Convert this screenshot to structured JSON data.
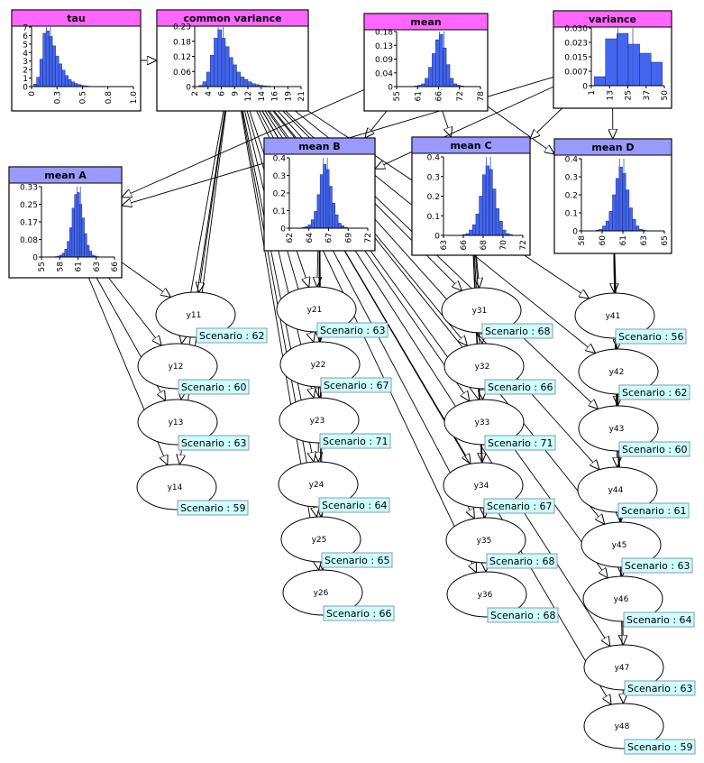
{
  "colors": {
    "param_header": "#ff66ff",
    "mean_header": "#9999ff",
    "histogram_bar": "#4466ee",
    "scenario_fill": "#ccffff",
    "scenario_border": "#8899aa"
  },
  "parent_nodes": [
    {
      "id": "tau",
      "title": "tau",
      "y_ticks": [
        "7",
        "6",
        "5",
        "4",
        "3",
        "2",
        "1",
        "0"
      ],
      "x_ticks": [
        "0",
        "0.3",
        "0.5",
        "0.8",
        "1.0"
      ],
      "chart_data": {
        "type": "bar",
        "values": [
          0.3,
          1.2,
          3.5,
          6.8,
          7.1,
          6.4,
          5.2,
          3.9,
          2.9,
          2.1,
          1.4,
          0.9,
          0.6,
          0.4,
          0.25,
          0.15,
          0.1,
          0.05
        ],
        "ylim": [
          0,
          7.6
        ],
        "xlim": [
          0,
          1.05
        ],
        "x_start": 0.02,
        "bin_width": 0.0325
      }
    },
    {
      "id": "common-variance",
      "title": "common variance",
      "y_ticks": [
        "0.23",
        "0.18",
        "0.12",
        "0.06",
        "0"
      ],
      "x_ticks": [
        "2",
        "4",
        "6",
        "9",
        "12",
        "14",
        "16",
        "19",
        "21"
      ],
      "chart_data": {
        "type": "bar",
        "values": [
          0.005,
          0.02,
          0.06,
          0.13,
          0.2,
          0.235,
          0.2,
          0.165,
          0.12,
          0.09,
          0.06,
          0.04,
          0.03,
          0.02,
          0.012,
          0.008,
          0.005,
          0.003,
          0.002,
          0.001
        ],
        "ylim": [
          0,
          0.25
        ],
        "xlim": [
          1.5,
          21.3
        ],
        "x_start": 2.3,
        "bin_width": 0.7
      }
    },
    {
      "id": "mean",
      "title": "mean",
      "y_ticks": [
        "0.18",
        "0.13",
        "0.09",
        "0.04",
        "0"
      ],
      "x_ticks": [
        "55",
        "61",
        "66",
        "72",
        "78"
      ],
      "chart_data": {
        "type": "bar",
        "values": [
          0.002,
          0.005,
          0.01,
          0.03,
          0.07,
          0.12,
          0.17,
          0.19,
          0.14,
          0.08,
          0.03,
          0.01,
          0.005,
          0.002
        ],
        "ylim": [
          0,
          0.2
        ],
        "xlim": [
          53,
          79
        ],
        "x_start": 58.5,
        "bin_width": 1.1
      }
    },
    {
      "id": "variance",
      "title": "variance",
      "y_ticks": [
        "0.030",
        "0.023",
        "0.015",
        "0.007",
        "0"
      ],
      "x_ticks": [
        "1",
        "13",
        "25",
        "37",
        "50"
      ],
      "chart_data": {
        "type": "bar",
        "values": [
          0.005,
          0.026,
          0.029,
          0.023,
          0.018,
          0.013
        ],
        "ylim": [
          0,
          0.032
        ],
        "xlim": [
          -1,
          51
        ],
        "x_start": 1,
        "bin_width": 8.1
      }
    }
  ],
  "mean_nodes": [
    {
      "id": "mean-a",
      "title": "mean A",
      "y_ticks": [
        "0.33",
        "0.25",
        "0.17",
        "0.08",
        "0"
      ],
      "x_ticks": [
        "55",
        "58",
        "61",
        "63",
        "66"
      ],
      "chart_data": {
        "type": "bar",
        "values": [
          0.002,
          0.005,
          0.01,
          0.02,
          0.04,
          0.08,
          0.15,
          0.25,
          0.32,
          0.33,
          0.27,
          0.2,
          0.12,
          0.06,
          0.03,
          0.01,
          0.005,
          0.002
        ],
        "ylim": [
          0,
          0.36
        ],
        "xlim": [
          54,
          66.5
        ],
        "x_start": 56.3,
        "bin_width": 0.42
      }
    },
    {
      "id": "mean-b",
      "title": "mean B",
      "y_ticks": [
        "0.4",
        "0.3",
        "0.2",
        "0.1",
        "0"
      ],
      "x_ticks": [
        "62",
        "64",
        "67",
        "69",
        "72"
      ],
      "chart_data": {
        "type": "bar",
        "values": [
          0.005,
          0.01,
          0.02,
          0.05,
          0.1,
          0.2,
          0.32,
          0.38,
          0.35,
          0.25,
          0.15,
          0.08,
          0.03,
          0.015,
          0.005
        ],
        "ylim": [
          0,
          0.42
        ],
        "xlim": [
          61.5,
          72.5
        ],
        "x_start": 63.3,
        "bin_width": 0.42
      }
    },
    {
      "id": "mean-c",
      "title": "mean C",
      "y_ticks": [
        "0.4",
        "0.3",
        "0.2",
        "0.1",
        "0"
      ],
      "x_ticks": [
        "63",
        "66",
        "68",
        "70",
        "72"
      ],
      "chart_data": {
        "type": "bar",
        "values": [
          0.005,
          0.01,
          0.03,
          0.06,
          0.12,
          0.22,
          0.34,
          0.39,
          0.37,
          0.26,
          0.15,
          0.08,
          0.03,
          0.01,
          0.005
        ],
        "ylim": [
          0,
          0.44
        ],
        "xlim": [
          62.5,
          72.5
        ],
        "x_start": 64.9,
        "bin_width": 0.42
      }
    },
    {
      "id": "mean-d",
      "title": "mean D",
      "y_ticks": [
        "0.4",
        "0.3",
        "0.2",
        "0.1",
        "0"
      ],
      "x_ticks": [
        "58",
        "60",
        "61",
        "63",
        "65"
      ],
      "chart_data": {
        "type": "bar",
        "values": [
          0.005,
          0.01,
          0.03,
          0.06,
          0.12,
          0.22,
          0.32,
          0.39,
          0.35,
          0.25,
          0.14,
          0.07,
          0.03,
          0.01,
          0.005
        ],
        "ylim": [
          0,
          0.44
        ],
        "xlim": [
          57.5,
          65.5
        ],
        "x_start": 58.9,
        "bin_width": 0.32
      }
    }
  ],
  "observations": [
    {
      "id": "y11",
      "label": "y11",
      "scenario": "Scenario : 62",
      "parent": "mean-a"
    },
    {
      "id": "y12",
      "label": "y12",
      "scenario": "Scenario : 60",
      "parent": "mean-a"
    },
    {
      "id": "y13",
      "label": "y13",
      "scenario": "Scenario : 63",
      "parent": "mean-a"
    },
    {
      "id": "y14",
      "label": "y14",
      "scenario": "Scenario : 59",
      "parent": "mean-a"
    },
    {
      "id": "y21",
      "label": "y21",
      "scenario": "Scenario : 63",
      "parent": "mean-b"
    },
    {
      "id": "y22",
      "label": "y22",
      "scenario": "Scenario : 67",
      "parent": "mean-b"
    },
    {
      "id": "y23",
      "label": "y23",
      "scenario": "Scenario : 71",
      "parent": "mean-b"
    },
    {
      "id": "y24",
      "label": "y24",
      "scenario": "Scenario : 64",
      "parent": "mean-b"
    },
    {
      "id": "y25",
      "label": "y25",
      "scenario": "Scenario : 65",
      "parent": "mean-b"
    },
    {
      "id": "y26",
      "label": "y26",
      "scenario": "Scenario : 66",
      "parent": "mean-b"
    },
    {
      "id": "y31",
      "label": "y31",
      "scenario": "Scenario : 68",
      "parent": "mean-c"
    },
    {
      "id": "y32",
      "label": "y32",
      "scenario": "Scenario : 66",
      "parent": "mean-c"
    },
    {
      "id": "y33",
      "label": "y33",
      "scenario": "Scenario : 71",
      "parent": "mean-c"
    },
    {
      "id": "y34",
      "label": "y34",
      "scenario": "Scenario : 67",
      "parent": "mean-c"
    },
    {
      "id": "y35",
      "label": "y35",
      "scenario": "Scenario : 68",
      "parent": "mean-c"
    },
    {
      "id": "y36",
      "label": "y36",
      "scenario": "Scenario : 68",
      "parent": "mean-c"
    },
    {
      "id": "y41",
      "label": "y41",
      "scenario": "Scenario : 56",
      "parent": "mean-d"
    },
    {
      "id": "y42",
      "label": "y42",
      "scenario": "Scenario : 62",
      "parent": "mean-d"
    },
    {
      "id": "y43",
      "label": "y43",
      "scenario": "Scenario : 60",
      "parent": "mean-d"
    },
    {
      "id": "y44",
      "label": "y44",
      "scenario": "Scenario : 61",
      "parent": "mean-d"
    },
    {
      "id": "y45",
      "label": "y45",
      "scenario": "Scenario : 63",
      "parent": "mean-d"
    },
    {
      "id": "y46",
      "label": "y46",
      "scenario": "Scenario : 64",
      "parent": "mean-d"
    },
    {
      "id": "y47",
      "label": "y47",
      "scenario": "Scenario : 63",
      "parent": "mean-d"
    },
    {
      "id": "y48",
      "label": "y48",
      "scenario": "Scenario : 59",
      "parent": "mean-d"
    }
  ],
  "edges": [
    [
      "tau",
      "common-variance"
    ],
    [
      "mean",
      "mean-a"
    ],
    [
      "mean",
      "mean-b"
    ],
    [
      "mean",
      "mean-c"
    ],
    [
      "mean",
      "mean-d"
    ],
    [
      "variance",
      "mean-a"
    ],
    [
      "variance",
      "mean-b"
    ],
    [
      "variance",
      "mean-c"
    ],
    [
      "variance",
      "mean-d"
    ]
  ]
}
